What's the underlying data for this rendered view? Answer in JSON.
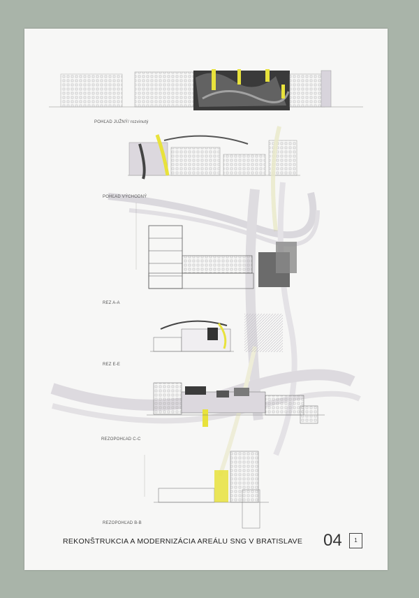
{
  "sheet": {
    "title": "REKONŠTRUKCIA A  MODERNIZÁCIA  AREÁLU SNG V BRATISLAVE",
    "sheet_number": "04",
    "sub_number": "1"
  },
  "drawings": [
    {
      "label": "POHĽAD JUŽNÝ/ rozvinutý"
    },
    {
      "label": "POHĽAD VÝCHODNÝ"
    },
    {
      "label": "REZ A-A"
    },
    {
      "label": "REZ E-E"
    },
    {
      "label": "REZOPOHĽAD C-C"
    },
    {
      "label": "REZOPOHĽAD B-B"
    }
  ],
  "colors": {
    "background": "#a9b4a9",
    "paper": "#f7f7f6",
    "accent": "#e8e23c",
    "ink": "#333333"
  }
}
